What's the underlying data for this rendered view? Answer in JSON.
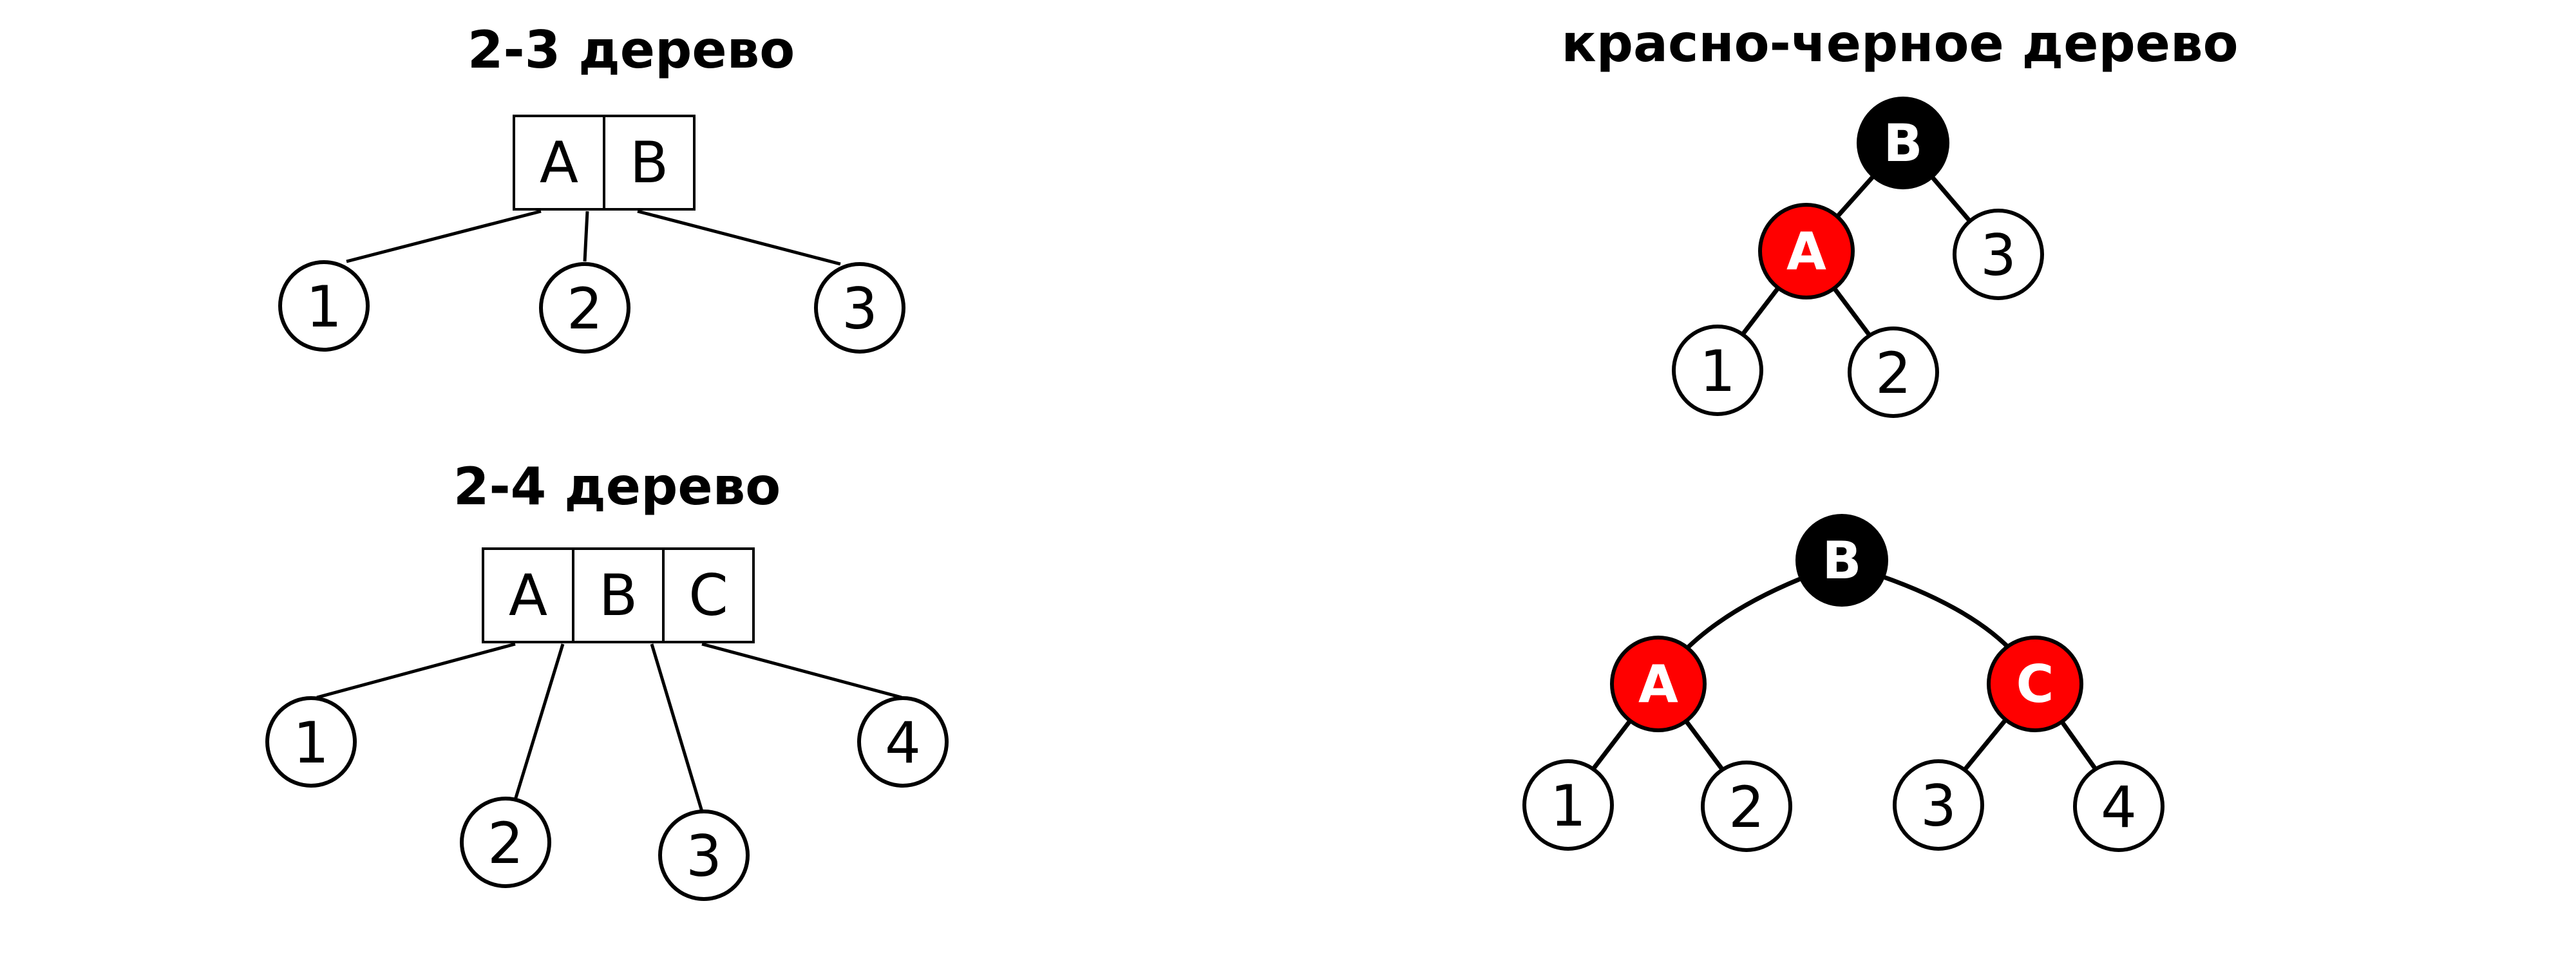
{
  "colors": {
    "black_node": "#000000",
    "red_node": "#ff0000",
    "leaf_fill": "#ffffff",
    "stroke": "#000000"
  },
  "tree23": {
    "title": "2-3 дерево",
    "keys": [
      "A",
      "B"
    ],
    "leaves": [
      "1",
      "2",
      "3"
    ]
  },
  "tree24": {
    "title": "2-4 дерево",
    "keys": [
      "A",
      "B",
      "C"
    ],
    "leaves": [
      "1",
      "2",
      "3",
      "4"
    ]
  },
  "rb": {
    "title": "красно-черное дерево",
    "top": {
      "root": "B",
      "red": "A",
      "leaves": [
        "1",
        "2",
        "3"
      ]
    },
    "bottom": {
      "root": "B",
      "red": [
        "A",
        "C"
      ],
      "leaves": [
        "1",
        "2",
        "3",
        "4"
      ]
    }
  }
}
